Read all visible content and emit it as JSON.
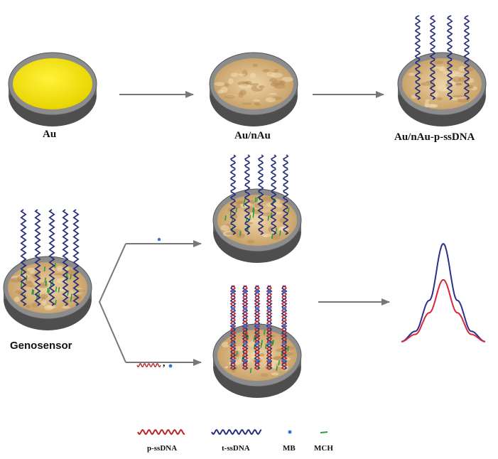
{
  "stages": {
    "au": "Au",
    "au_nau": "Au/nAu",
    "au_nau_pssdna": "Au/nAu-p-ssDNA",
    "genosensor": "Genosensor"
  },
  "legend": {
    "p_ssdna": "p-ssDNA",
    "t_ssdna": "t-ssDNA",
    "mb": "MB",
    "mch": "MCH"
  },
  "separator": ",",
  "colors": {
    "gold": "#f2e000",
    "nano_gold": "#d8b98a",
    "electrode_rim": "#7a7a7a",
    "arrow": "#777777",
    "p_ssdna": "#b8262a",
    "t_ssdna": "#2a2f7a",
    "mb": "#3b6fd0",
    "mch": "#2f9a3c",
    "curve_blue": "#2a2f8f",
    "curve_red": "#d8263a"
  },
  "chart_data": {
    "type": "line",
    "series": [
      {
        "values": [
          0.05,
          0.15,
          0.45,
          1.0,
          0.45,
          0.15,
          0.05
        ]
      },
      {
        "values": [
          0.05,
          0.12,
          0.33,
          0.65,
          0.33,
          0.12,
          0.05
        ]
      }
    ]
  }
}
